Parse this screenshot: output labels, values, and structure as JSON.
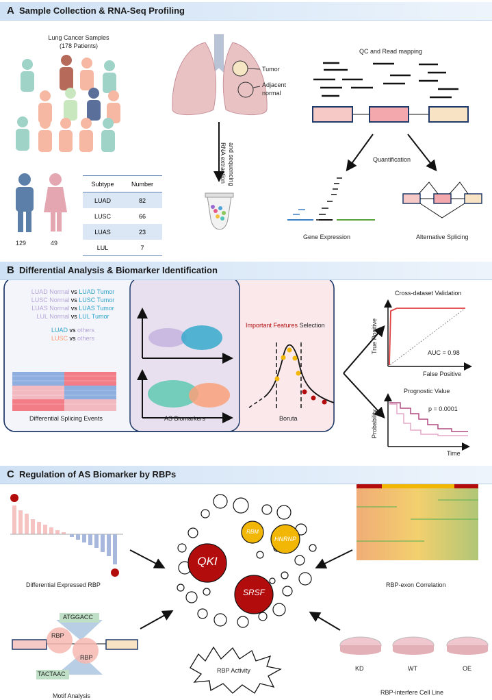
{
  "sectionA": {
    "letter": "A",
    "title": "Sample Collection & RNA-Seq Profiling",
    "samples_title": "Lung Cancer Samples",
    "samples_sub": "(178 Patients)",
    "male_count": "129",
    "female_count": "49",
    "table": {
      "headers": [
        "Subtype",
        "Number"
      ],
      "rows": [
        [
          "LUAD",
          "82"
        ],
        [
          "LUSC",
          "66"
        ],
        [
          "LUAS",
          "23"
        ],
        [
          "LUL",
          "7"
        ]
      ]
    },
    "tumor": "Tumor",
    "adjacent": "Adjacent",
    "normal": "normal",
    "rna1": "RNA extraction",
    "rna2": "and sequencing",
    "qc": "QC and Read mapping",
    "quant": "Quantification",
    "gene_expr": "Gene Expression",
    "alt_splice": "Alternative Splicing"
  },
  "sectionB": {
    "letter": "B",
    "title": "Differential Analysis & Biomarker Identification",
    "comparisons": [
      {
        "a": "LUAD Normal",
        "b": "LUAD Tumor"
      },
      {
        "a": "LUSC Normal",
        "b": "LUSC Tumor"
      },
      {
        "a": "LUAS Normal",
        "b": "LUAS Tumor"
      },
      {
        "a": "LUL Normal",
        "b": "LUL Tumor"
      }
    ],
    "vs": "vs",
    "luad": "LUAD",
    "lusc": "LUSC",
    "others": "others",
    "diff_events": "Differential Splicing  Events",
    "as_biomarkers": "AS Biomarkers",
    "important": "Important Features",
    "selection": "Selection",
    "boruta": "Boruta",
    "cross_val": "Cross-dataset Validation",
    "true_pos": "True Positive",
    "false_pos": "False Positive",
    "auc": "AUC = 0.98",
    "prog": "Prognostic Value",
    "prob": "Probability",
    "time": "Time",
    "pval": "p = 0.0001"
  },
  "sectionC": {
    "letter": "C",
    "title": "Regulation of AS Biomarker by RBPs",
    "diff_rbp": "Differential Expressed RBP",
    "rbp_exon": "RBP-exon Correlation",
    "qki": "QKI",
    "rbm": "RBM",
    "hnrnp": "HNRNP",
    "srsf": "SRSF",
    "activity": "RBP Activity",
    "motif_top": "ATGGACC",
    "motif_bot": "TACTAAC",
    "rbp": "RBP",
    "motif": "Motif Analysis",
    "kd": "KD",
    "wt": "WT",
    "oe": "OE",
    "cell_line": "RBP-interfere Cell Line"
  },
  "colors": {
    "banner": "#cfe1f4",
    "dark_red": "#b30c0c",
    "gold": "#f2b705",
    "teal": "#2fa3c8",
    "lilac": "#b7a5d6",
    "salmon": "#f79a72"
  }
}
